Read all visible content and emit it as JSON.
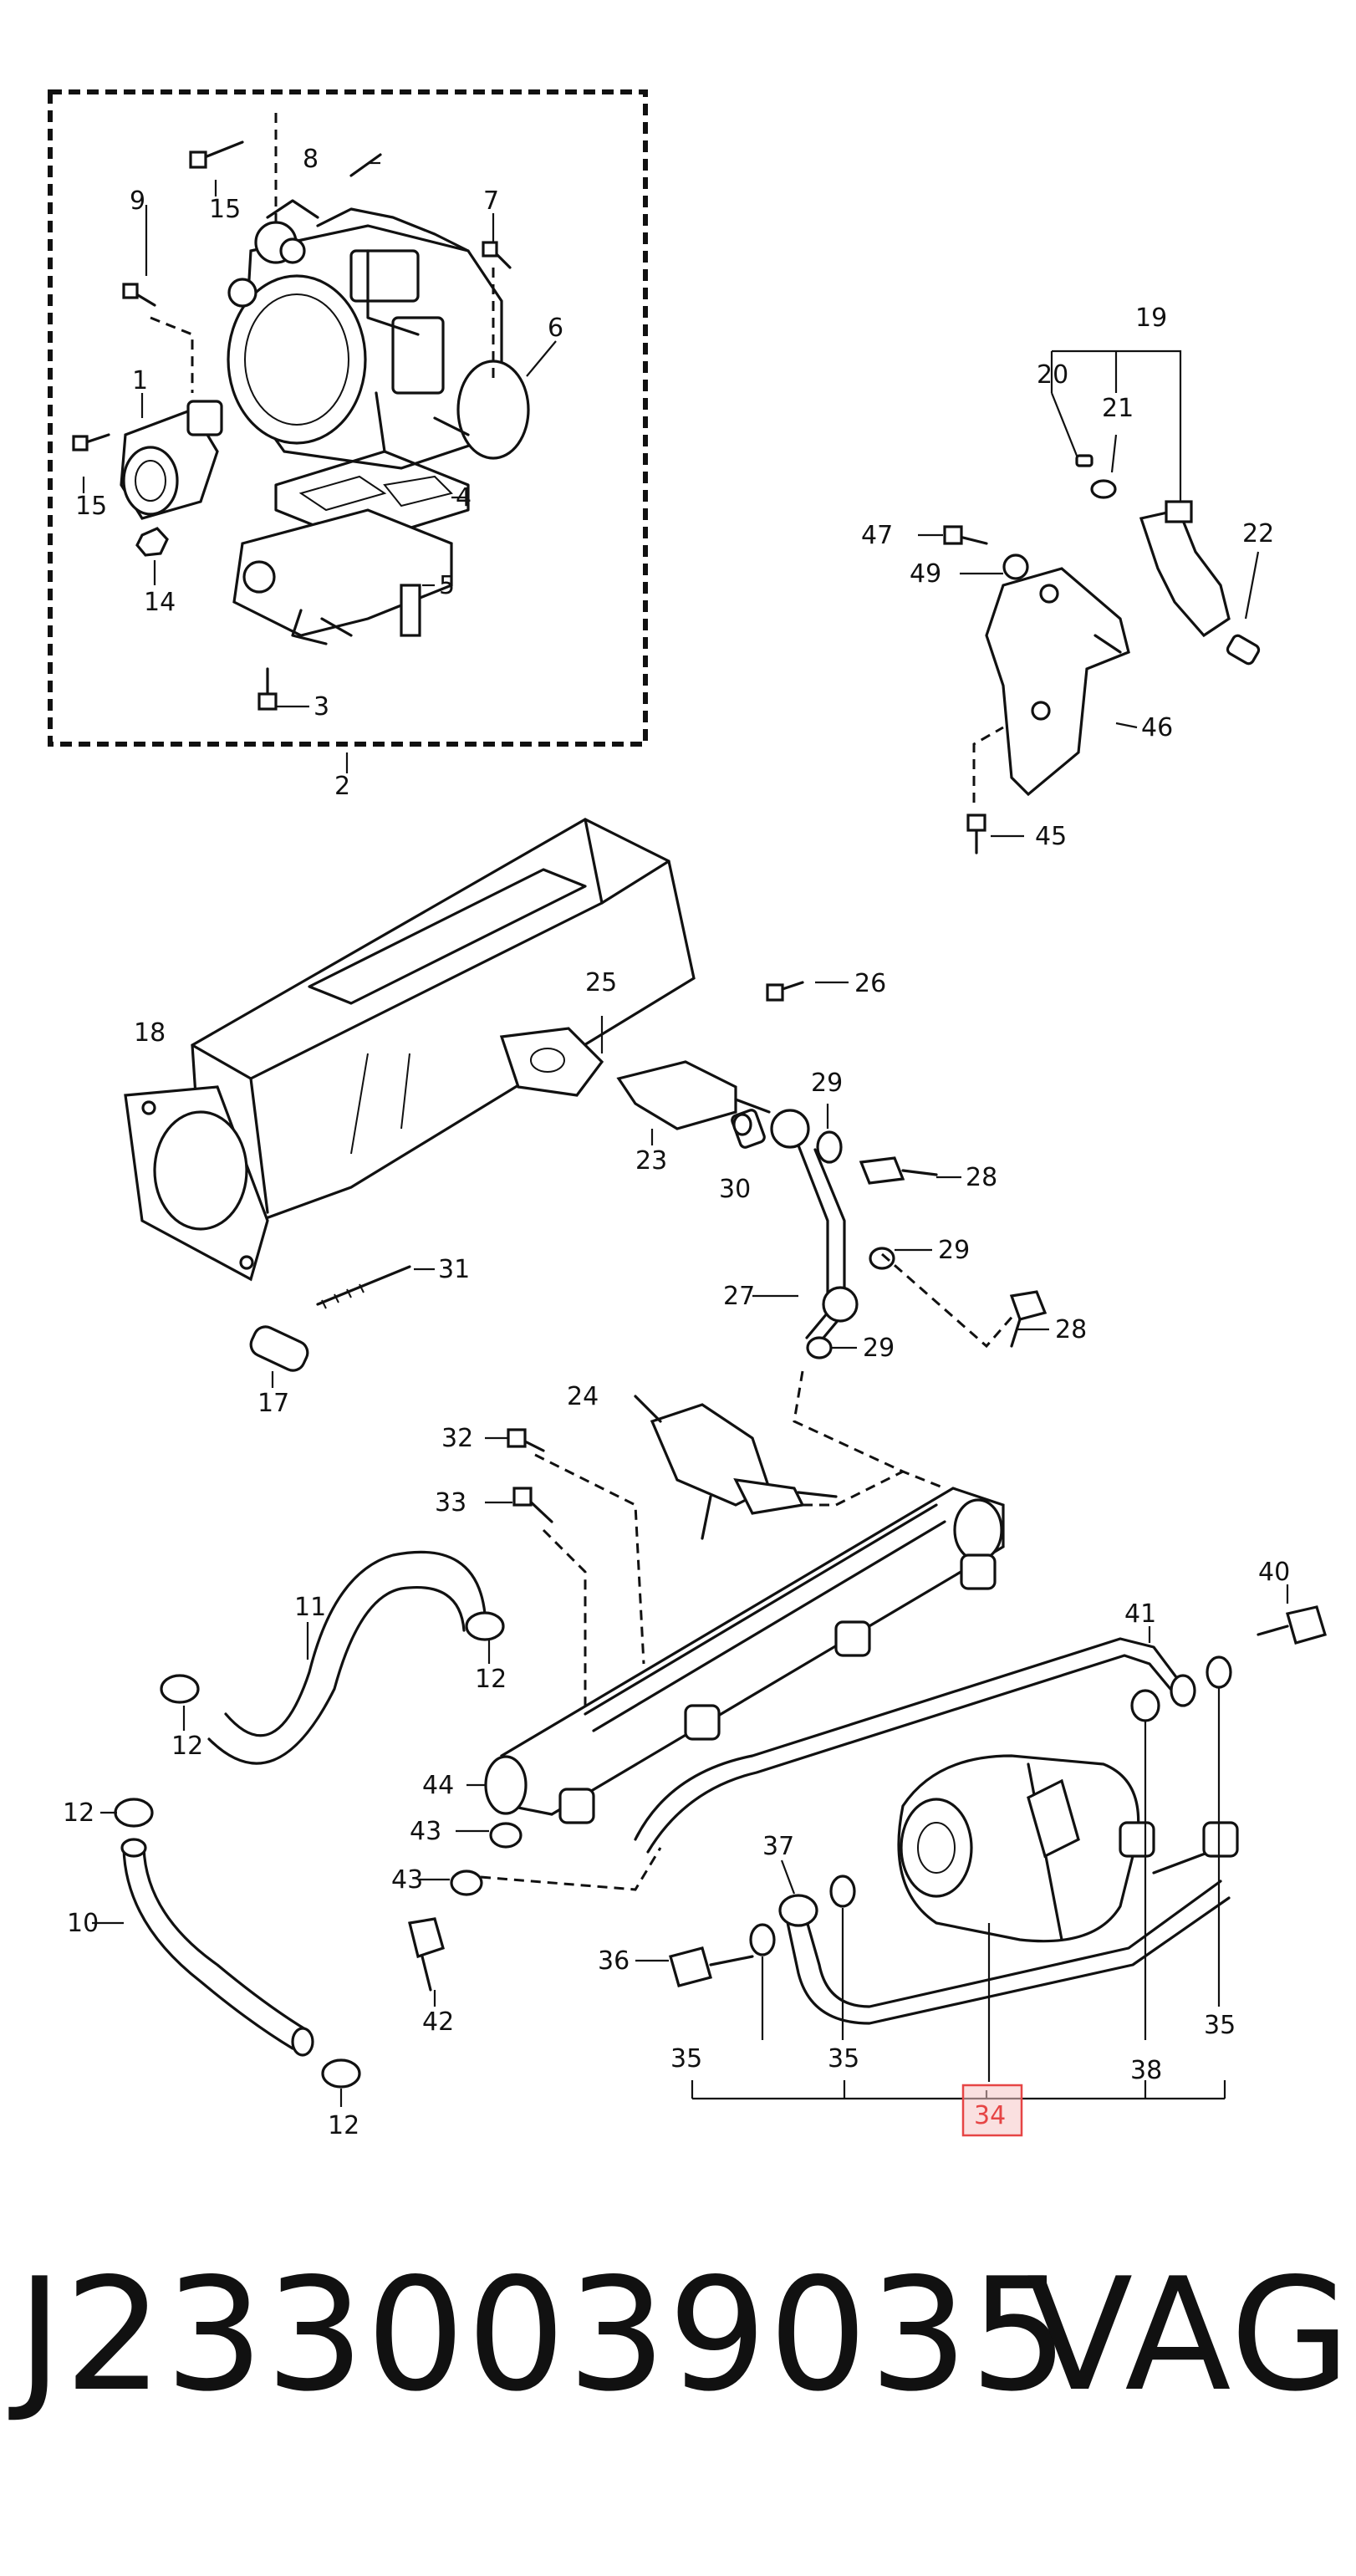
{
  "caption": {
    "part_number": "J2330039035",
    "brand": "VAG"
  },
  "highlight": {
    "color": "#e64545",
    "fill": "#f6c6c6"
  },
  "callouts": {
    "c1": "1",
    "c2": "2",
    "c3": "3",
    "c4": "4",
    "c5": "5",
    "c6": "6",
    "c7": "7",
    "c8": "8",
    "c9": "9",
    "c10": "10",
    "c11": "11",
    "c12a": "12",
    "c12b": "12",
    "c12c": "12",
    "c12d": "12",
    "c14": "14",
    "c15a": "15",
    "c15b": "15",
    "c17": "17",
    "c18": "18",
    "c19": "19",
    "c20": "20",
    "c21": "21",
    "c22": "22",
    "c23": "23",
    "c24": "24",
    "c25": "25",
    "c26": "26",
    "c27": "27",
    "c28a": "28",
    "c28b": "28",
    "c29a": "29",
    "c29b": "29",
    "c29c": "29",
    "c30": "30",
    "c31": "31",
    "c32": "32",
    "c33": "33",
    "c34": "34",
    "c35a": "35",
    "c35b": "35",
    "c35c": "35",
    "c36": "36",
    "c37": "37",
    "c38": "38",
    "c40": "40",
    "c41": "41",
    "c42": "42",
    "c43a": "43",
    "c43b": "43",
    "c44": "44",
    "c45": "45",
    "c46": "46",
    "c47": "47",
    "c49": "49"
  }
}
